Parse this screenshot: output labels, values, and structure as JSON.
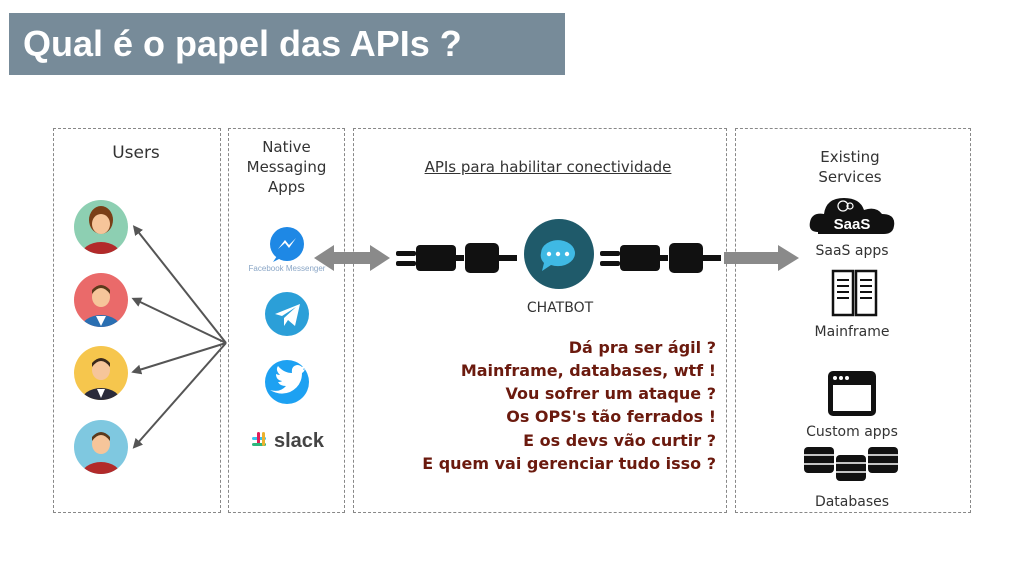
{
  "title": "Qual é o papel das APIs ?",
  "panels": {
    "users": {
      "label": "Users"
    },
    "apps": {
      "label": "Native Messaging Apps",
      "lines": [
        "Native",
        "Messaging",
        "Apps"
      ]
    },
    "apis": {
      "label": "APIs para habilitar conectividade",
      "chatbot_label": "CHATBOT"
    },
    "services": {
      "label": "Existing Services",
      "lines": [
        "Existing",
        "Services"
      ]
    }
  },
  "apps": {
    "messenger_caption": "Facebook Messenger",
    "slack_label": "slack"
  },
  "services": {
    "saas_badge": "SaaS",
    "saas": "SaaS apps",
    "mainframe": "Mainframe",
    "custom": "Custom apps",
    "databases": "Databases"
  },
  "questions": [
    "Dá pra ser ágil ?",
    "Mainframe, databases, wtf !",
    "Vou sofrer um ataque ?",
    "Os OPS's tão ferrados !",
    "E os devs vão curtir ?",
    "E quem vai gerenciar tudo isso ?"
  ],
  "colors": {
    "title_bg": "#778b99",
    "question_text": "#6b1a0e",
    "chatbot": "#1f5a6a",
    "messenger": "#1e88e5",
    "telegram": "#2b9fd8",
    "twitter": "#1da1f2"
  }
}
